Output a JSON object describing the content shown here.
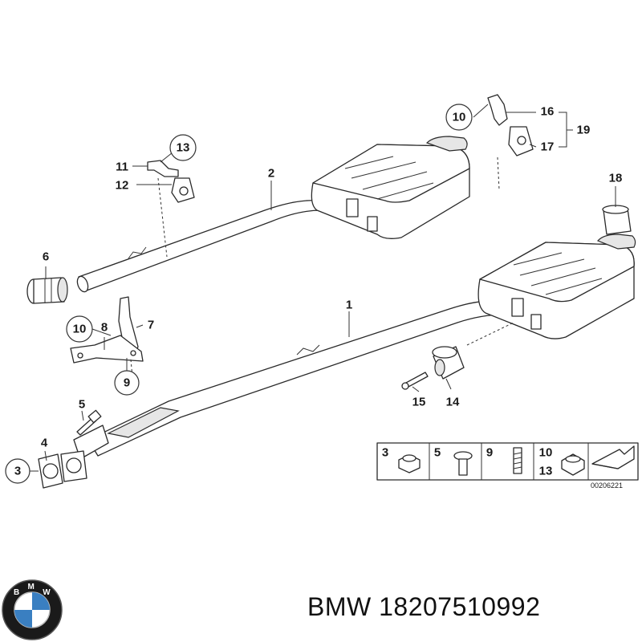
{
  "diagram": {
    "callouts": [
      {
        "id": "c1",
        "text": "1"
      },
      {
        "id": "c2",
        "text": "2"
      },
      {
        "id": "c3",
        "text": "3"
      },
      {
        "id": "c4",
        "text": "4"
      },
      {
        "id": "c5",
        "text": "5"
      },
      {
        "id": "c6",
        "text": "6"
      },
      {
        "id": "c7",
        "text": "7"
      },
      {
        "id": "c8",
        "text": "8"
      },
      {
        "id": "c9",
        "text": "9"
      },
      {
        "id": "c10a",
        "text": "10"
      },
      {
        "id": "c10b",
        "text": "10"
      },
      {
        "id": "c11",
        "text": "11"
      },
      {
        "id": "c12",
        "text": "12"
      },
      {
        "id": "c13",
        "text": "13"
      },
      {
        "id": "c14",
        "text": "14"
      },
      {
        "id": "c15",
        "text": "15"
      },
      {
        "id": "c16",
        "text": "16"
      },
      {
        "id": "c17",
        "text": "17"
      },
      {
        "id": "c18",
        "text": "18"
      },
      {
        "id": "c19",
        "text": "19"
      }
    ],
    "legend": {
      "cells": [
        "3",
        "5",
        "9",
        "10",
        "13"
      ],
      "code": "00206221"
    }
  },
  "brand": {
    "logo_letters": "BMW",
    "caption": "BMW 18207510992"
  },
  "colors": {
    "line": "#2a2a2a",
    "shade": "#e6e6e6",
    "logo_blue": "#3a7fc1",
    "logo_ring": "#1a1a1a"
  }
}
